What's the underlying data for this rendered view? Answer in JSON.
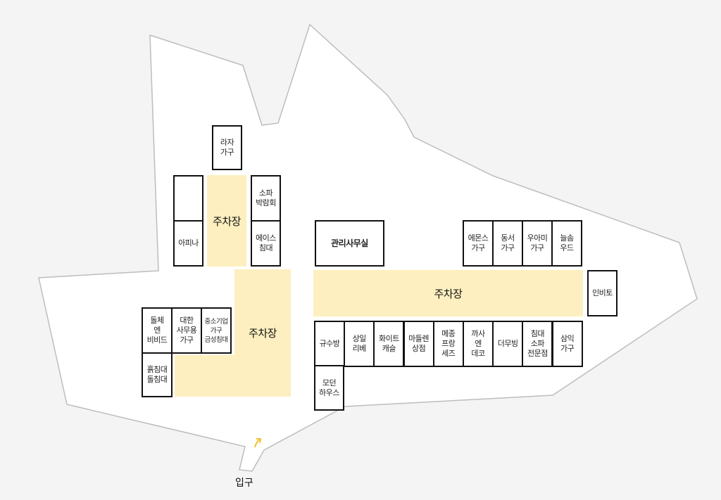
{
  "colors": {
    "parking": "#fdefbf",
    "area": "#ffffff",
    "outline": "#bdbdbd",
    "arrow": "#f2c230"
  },
  "parking_label": "주차장",
  "entrance_label": "입구",
  "office": "관리사무실",
  "stores": {
    "raja": "라자\n가구",
    "empty": "",
    "apina": "아피나",
    "sofa": "소파\n박람회",
    "ace": "에이스\n침대",
    "dolce": "돌체\n엔\n비비드",
    "daehan": "대한\n사무용\n가구",
    "jungso": "중소기업\n가구\n금성침대",
    "heuk": "흙침대\n돌침대",
    "emons": "에몬스\n가구",
    "dongseo": "동서\n가구",
    "wooami": "우아미\n가구",
    "neulsom": "늘솜\n우드",
    "invito": "인비토",
    "bottom": [
      "규수방",
      "상일\n리베",
      "화이트\n캐슬",
      "마들렌\n상점",
      "메종\n프랑\n세즈",
      "까사\n엔\n데코",
      "더무빙",
      "침대\n소파\n전문점",
      "삼익\n가구"
    ],
    "modern": "모던\n하우스"
  }
}
